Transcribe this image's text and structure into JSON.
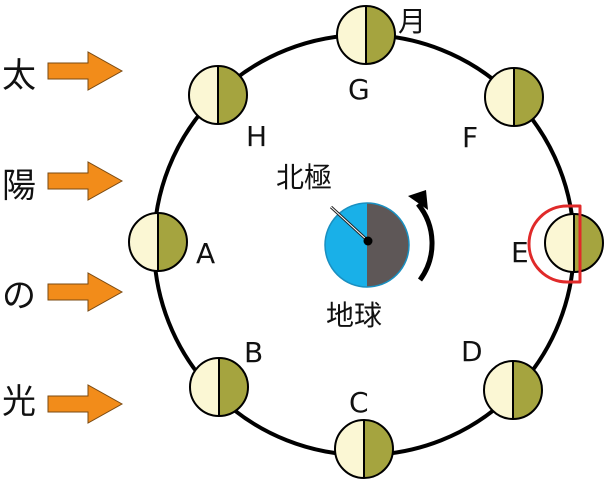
{
  "sunlight_label": [
    "太",
    "陽",
    "の",
    "光"
  ],
  "moon_label": "月",
  "north_pole_label": "北極",
  "earth_label": "地球",
  "positions": [
    "A",
    "B",
    "C",
    "D",
    "E",
    "F",
    "G",
    "H"
  ],
  "highlighted_position": "E",
  "colors": {
    "moon_lit": "#fbf7d4",
    "moon_dark": "#a5a43f",
    "earth_light": "#19b0e8",
    "earth_dark": "#5e5757",
    "arrow": "#f28c1a",
    "highlight": "#e02a2a"
  }
}
